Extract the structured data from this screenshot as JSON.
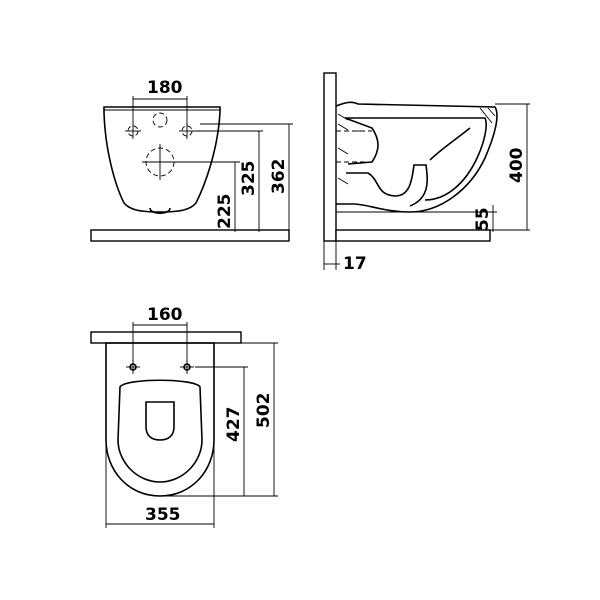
{
  "front_view": {
    "dims": {
      "bolt_spacing": "180",
      "h_225": "225",
      "h_325": "325",
      "h_362": "362"
    }
  },
  "side_view": {
    "dims": {
      "height": "400",
      "wall_gap": "55",
      "thickness": "17"
    }
  },
  "top_view": {
    "dims": {
      "bolt_spacing": "160",
      "width": "355",
      "depth_427": "427",
      "depth_502": "502"
    }
  }
}
